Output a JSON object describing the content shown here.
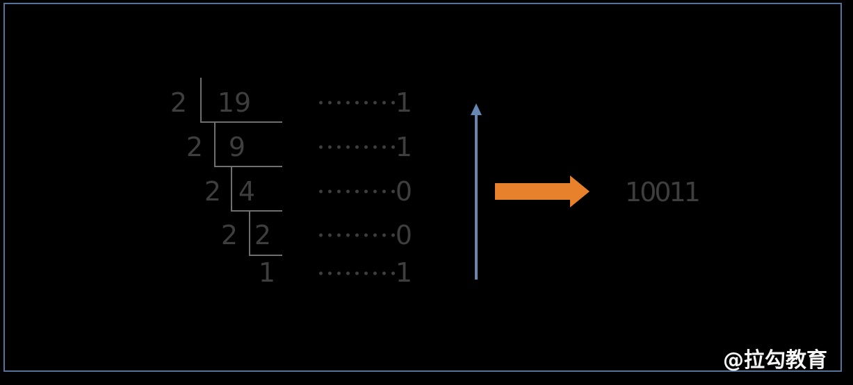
{
  "ladder": {
    "rows": [
      {
        "divisor": "2",
        "quotient": "19",
        "remainder": "1"
      },
      {
        "divisor": "2",
        "quotient": "9",
        "remainder": "1"
      },
      {
        "divisor": "2",
        "quotient": "4",
        "remainder": "0"
      },
      {
        "divisor": "2",
        "quotient": "2",
        "remainder": "0"
      },
      {
        "divisor": "",
        "quotient": "1",
        "remainder": "1"
      }
    ]
  },
  "result": {
    "value": "10011"
  },
  "watermark": {
    "text": "@拉勾教育"
  },
  "icons": {
    "up_arrow": "up-arrow",
    "right_arrow": "right-arrow"
  },
  "colors": {
    "bg": "#000000",
    "frame": "#54749c",
    "line": "#6f6f6f",
    "digit": "#3e3e3e",
    "blue": "#6587b2",
    "orange": "#e8812c",
    "watermark": "#f5f5f5"
  }
}
